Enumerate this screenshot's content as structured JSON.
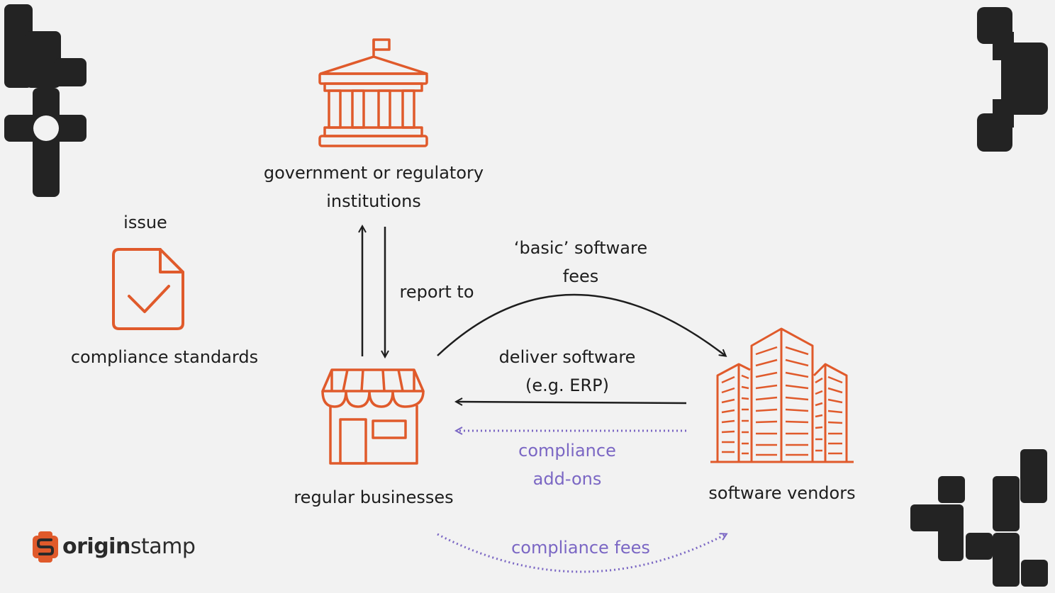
{
  "labels": {
    "government": [
      "government or regulatory",
      "institutions"
    ],
    "issue": "issue",
    "compliance_standards": "compliance standards",
    "report_to": "report to",
    "basic_fees": [
      "‘basic’ software",
      "fees"
    ],
    "deliver_software": [
      "deliver software",
      "(e.g. ERP)"
    ],
    "compliance_addons": [
      "compliance",
      "add-ons"
    ],
    "regular_businesses": "regular businesses",
    "software_vendors": "software vendors",
    "compliance_fees": "compliance fees"
  },
  "logo": {
    "part1": "origin",
    "part2": "stamp"
  },
  "icons": [
    "government-building-icon",
    "document-check-icon",
    "storefront-icon",
    "office-buildings-icon",
    "originstamp-logo-icon"
  ],
  "colors": {
    "accent": "#e05a2b",
    "purple": "#7b67c4",
    "ink": "#1d1d1d",
    "decor": "#232323",
    "background": "#f2f2f2"
  }
}
